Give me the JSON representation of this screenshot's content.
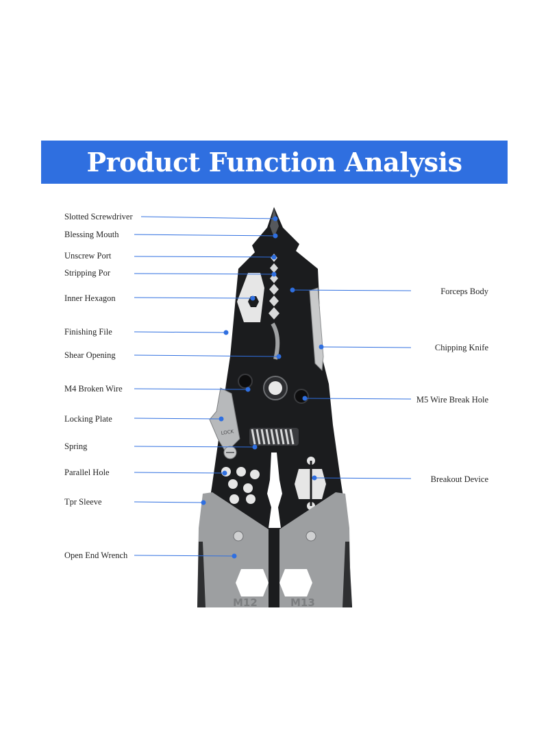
{
  "title": "Product Function Analysis",
  "colors": {
    "banner": "#2f6fe0",
    "leader": "#2f6fe0",
    "text": "#222222",
    "metal_dark": "#1b1c1e",
    "grip": "#9d9fa1"
  },
  "left_labels": [
    "Slotted Screwdriver",
    "Blessing Mouth",
    "Unscrew Port",
    "Stripping Por",
    "Inner Hexagon",
    "Finishing File",
    "Shear Opening",
    "M4 Broken Wire",
    "Locking Plate",
    "Spring",
    "Parallel Hole",
    "Tpr Sleeve",
    "Open End Wrench"
  ],
  "right_labels": [
    "Forceps Body",
    "Chipping Knife",
    "M5 Wire Break Hole",
    "Breakout Device"
  ],
  "tool_markings": {
    "lock": "LOCK",
    "wrench_left": "M12",
    "wrench_right": "M13"
  }
}
